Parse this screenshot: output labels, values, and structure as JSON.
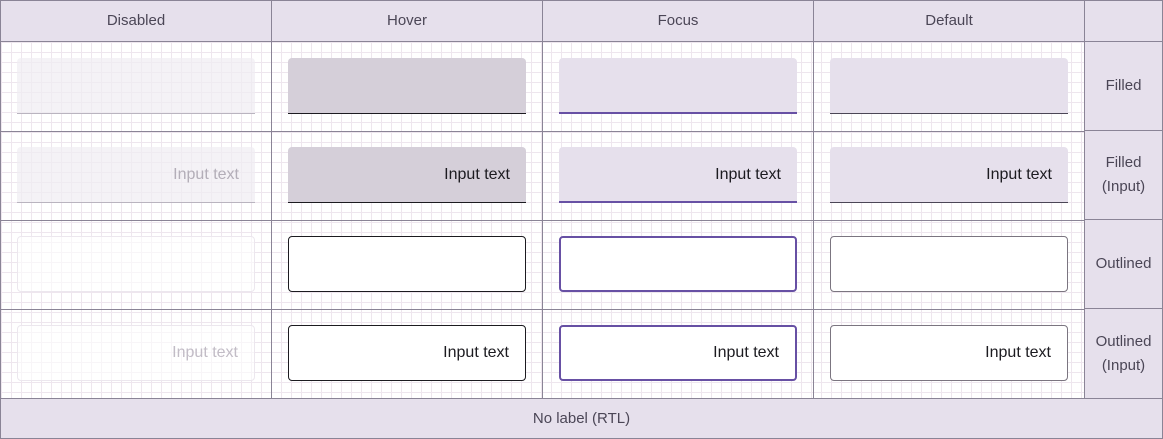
{
  "columns": [
    "Disabled",
    "Hover",
    "Focus",
    "Default"
  ],
  "rows": [
    "Filled",
    "Filled\n(Input)",
    "Outlined",
    "Outlined\n(Input)"
  ],
  "footer": "No label (RTL)",
  "field_text": "Input text",
  "colors": {
    "header_bg": "#e6e0ec",
    "focus_accent": "#6750a4",
    "hover_fill": "#d5cfd9",
    "default_fill": "#e6e0ec",
    "grid_line": "#eee6ee"
  }
}
